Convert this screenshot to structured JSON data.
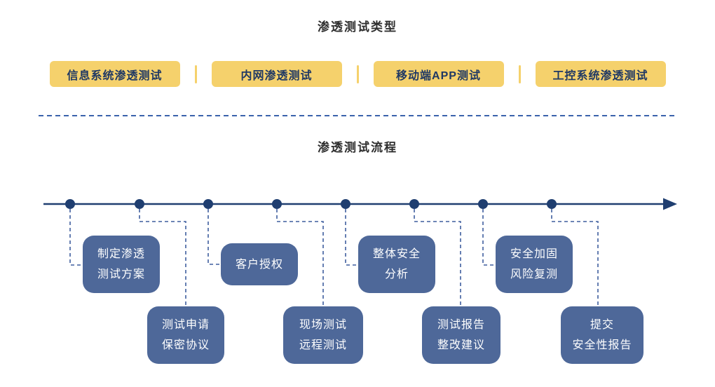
{
  "colors": {
    "accent_yellow": "#F5D16C",
    "navy": "#1F3864",
    "box_blue": "#4E6899",
    "timeline_navy": "#1F3E70",
    "connector_blue": "#3F5E9E",
    "divider_blue": "#3A62AC",
    "title_color": "#2E2E2E",
    "box_text": "#FFFFFF",
    "bg": "#FFFFFF"
  },
  "icons": {
    "timeline_arrow": "arrow-right"
  },
  "types_section": {
    "title": "渗透测试类型",
    "items": [
      {
        "label": "信息系统渗透测试"
      },
      {
        "label": "内网渗透测试"
      },
      {
        "label": "移动端APP测试"
      },
      {
        "label": "工控系统渗透测试"
      }
    ]
  },
  "process_section": {
    "title": "渗透测试流程",
    "steps": [
      {
        "position": "top",
        "lines": [
          "制定渗透",
          "测试方案"
        ]
      },
      {
        "position": "bottom",
        "lines": [
          "测试申请",
          "保密协议"
        ]
      },
      {
        "position": "top",
        "lines": [
          "客户授权"
        ]
      },
      {
        "position": "bottom",
        "lines": [
          "现场测试",
          "远程测试"
        ]
      },
      {
        "position": "top",
        "lines": [
          "整体安全",
          "分析"
        ]
      },
      {
        "position": "bottom",
        "lines": [
          "测试报告",
          "整改建议"
        ]
      },
      {
        "position": "top",
        "lines": [
          "安全加固",
          "风险复测"
        ]
      },
      {
        "position": "bottom",
        "lines": [
          "提交",
          "安全性报告"
        ]
      }
    ]
  }
}
